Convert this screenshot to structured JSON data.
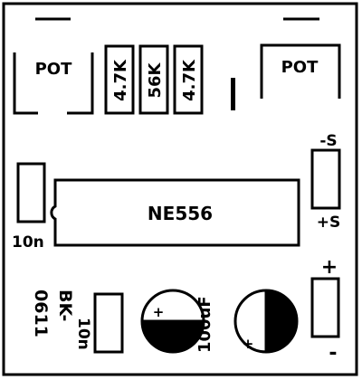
{
  "silkscreen": {
    "pot_left_label": "POT",
    "pot_right_label": "POT",
    "resistors": [
      {
        "value": "4.7K"
      },
      {
        "value": "56K"
      },
      {
        "value": "4.7K"
      }
    ],
    "ic_label": "NE556",
    "cap_left_label": "10n",
    "cap_bottom_label": "10n",
    "board_id_line1": "BK-",
    "board_id_line2": "0611",
    "electrolytic_label": "100uF",
    "plus_symbol": "+",
    "minus_symbol": "-",
    "speaker_minus_label": "-S",
    "speaker_plus_label": "+S",
    "power_plus_label": "+",
    "power_minus_label": "-"
  }
}
